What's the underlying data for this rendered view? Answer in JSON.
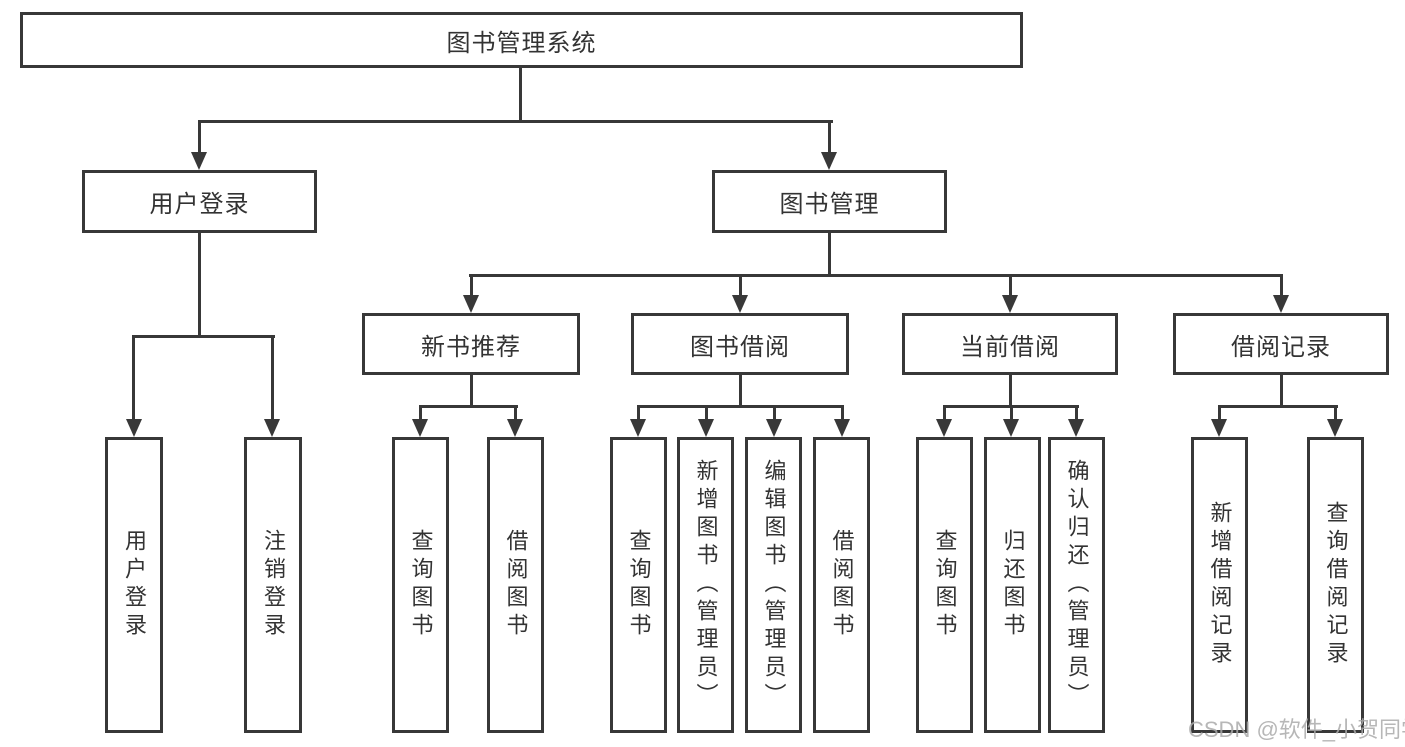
{
  "diagram": {
    "root": {
      "label": "图书管理系统"
    },
    "branches": [
      {
        "label": "用户登录",
        "children": [
          {
            "label": "用户登录"
          },
          {
            "label": "注销登录"
          }
        ]
      },
      {
        "label": "图书管理",
        "children": [
          {
            "label": "新书推荐",
            "children": [
              {
                "label": "查询图书"
              },
              {
                "label": "借阅图书"
              }
            ]
          },
          {
            "label": "图书借阅",
            "children": [
              {
                "label": "查询图书"
              },
              {
                "label": "新增图书（管理员）"
              },
              {
                "label": "编辑图书（管理员）"
              },
              {
                "label": "借阅图书"
              }
            ]
          },
          {
            "label": "当前借阅",
            "children": [
              {
                "label": "查询图书"
              },
              {
                "label": "归还图书"
              },
              {
                "label": "确认归还（管理员）"
              }
            ]
          },
          {
            "label": "借阅记录",
            "children": [
              {
                "label": "新增借阅记录"
              },
              {
                "label": "查询借阅记录"
              }
            ]
          }
        ]
      }
    ]
  },
  "watermark": {
    "text": "CSDN @软件_小贺同学"
  },
  "colors": {
    "line": "#383838",
    "text": "#333333",
    "watermark": "#ababab",
    "background": "#ffffff"
  }
}
